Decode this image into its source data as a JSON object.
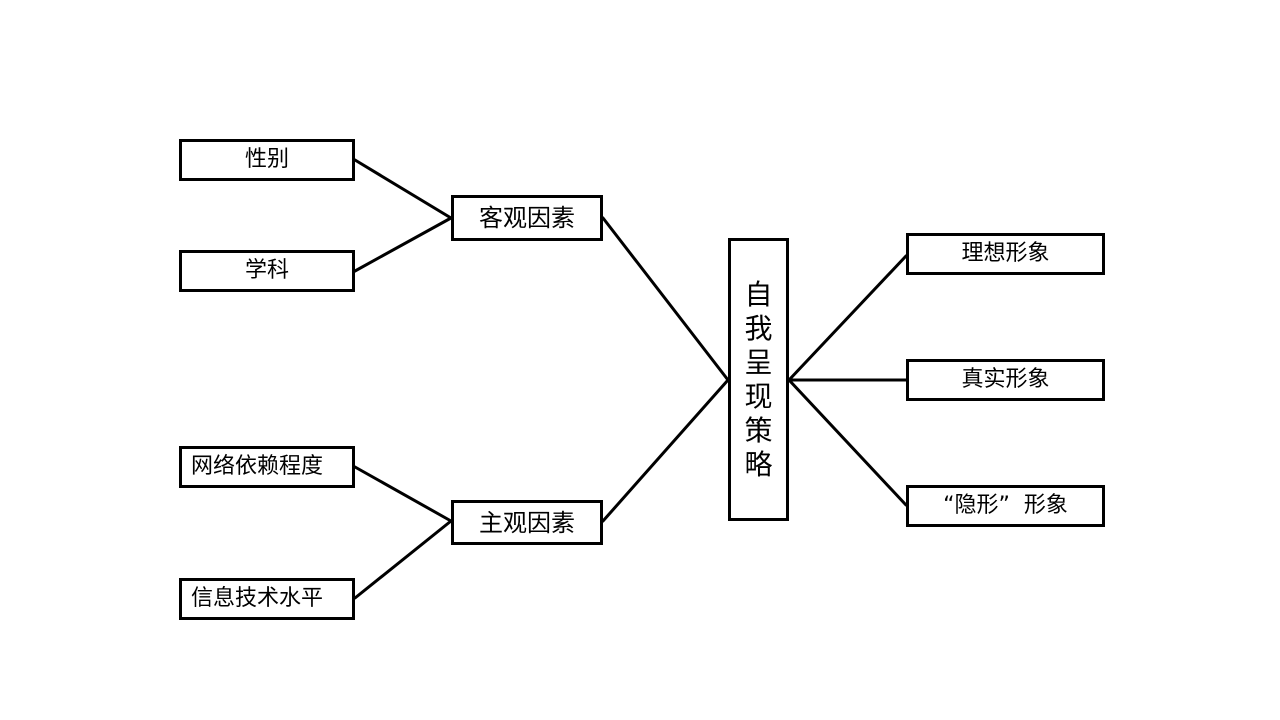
{
  "diagram": {
    "center": {
      "label": "自我呈现策略",
      "chars": [
        "自",
        "我",
        "呈",
        "现",
        "策",
        "略"
      ]
    },
    "left_groups": {
      "objective": {
        "label": "客观因素",
        "children": [
          "性别",
          "学科"
        ]
      },
      "subjective": {
        "label": "主观因素",
        "children": [
          "网络依赖程度",
          "信息技术水平"
        ]
      }
    },
    "right_items": [
      "理想形象",
      "真实形象",
      "“隐形”  形象"
    ]
  },
  "colors": {
    "stroke": "#000000",
    "background": "#ffffff"
  }
}
